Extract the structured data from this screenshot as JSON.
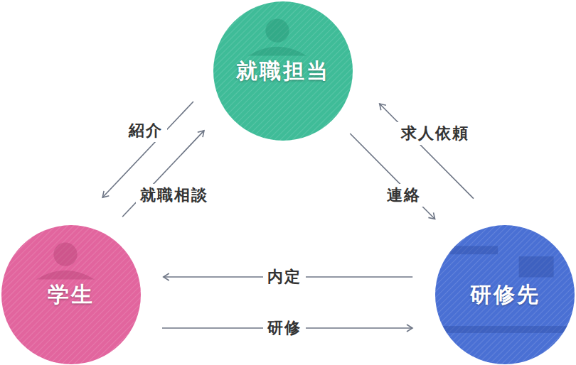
{
  "diagram": {
    "nodes": [
      {
        "text": [
          "就職担当"
        ]
      },
      {
        "text": [
          "学生"
        ]
      },
      {
        "text": [
          "研修先"
        ]
      }
    ],
    "edges": [
      {
        "from": 0,
        "to": 1,
        "label": "紹介",
        "arrow": "to"
      },
      {
        "from": 1,
        "to": 0,
        "label": "就職相談",
        "arrow": "to"
      },
      {
        "from": 2,
        "to": 0,
        "label": "求人依頼",
        "arrow": "to"
      },
      {
        "from": 0,
        "to": 2,
        "label": "連絡",
        "arrow": "to"
      },
      {
        "from": 2,
        "to": 1,
        "label": "内定",
        "arrow": "to"
      },
      {
        "from": 1,
        "to": 2,
        "label": "研修",
        "arrow": "to"
      }
    ]
  }
}
